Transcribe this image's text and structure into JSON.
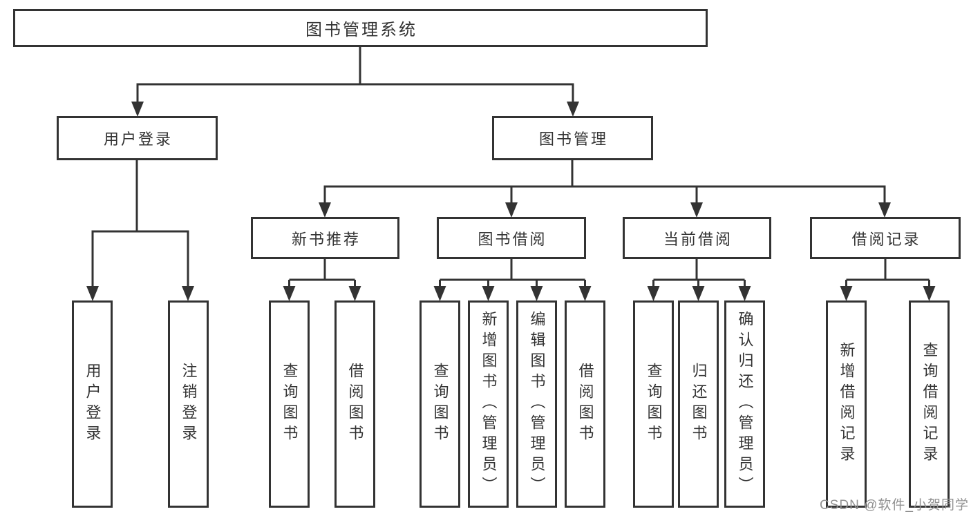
{
  "diagram": {
    "root": {
      "label": "图书管理系统"
    },
    "branches": [
      {
        "label": "用户登录",
        "children": [
          {
            "label": "用户登录"
          },
          {
            "label": "注销登录"
          }
        ]
      },
      {
        "label": "图书管理",
        "children": [
          {
            "label": "新书推荐",
            "children": [
              {
                "label": "查询图书"
              },
              {
                "label": "借阅图书"
              }
            ]
          },
          {
            "label": "图书借阅",
            "children": [
              {
                "label": "查询图书"
              },
              {
                "label": "新增图书（管理员）"
              },
              {
                "label": "编辑图书（管理员）"
              },
              {
                "label": "借阅图书"
              }
            ]
          },
          {
            "label": "当前借阅",
            "children": [
              {
                "label": "查询图书"
              },
              {
                "label": "归还图书"
              },
              {
                "label": "确认归还（管理员）"
              }
            ]
          },
          {
            "label": "借阅记录",
            "children": [
              {
                "label": "新增借阅记录"
              },
              {
                "label": "查询借阅记录"
              }
            ]
          }
        ]
      }
    ]
  },
  "watermark": {
    "text": "CSDN @软件_小贺同学"
  },
  "colors": {
    "line": "#333333",
    "box_border": "#333333",
    "text": "#333333",
    "watermark": "#919191",
    "background": "#ffffff"
  }
}
